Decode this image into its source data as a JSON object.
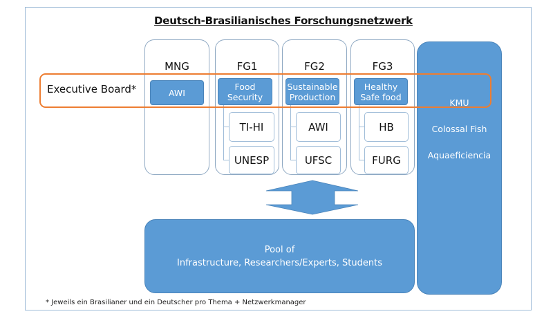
{
  "title": "Deutsch-Brasilianisches  Forschungsnetzwerk",
  "executive_board": {
    "label": "Executive Board*"
  },
  "columns": [
    {
      "label": "MNG",
      "theme": "AWI",
      "members": []
    },
    {
      "label": "FG1",
      "theme": "Food Security",
      "theme_lines": [
        "Food",
        "Security"
      ],
      "members": [
        "TI-HI",
        "UNESP"
      ]
    },
    {
      "label": "FG2",
      "theme": "Sustainable Production",
      "theme_lines": [
        "Sustainable",
        "Production"
      ],
      "members": [
        "AWI",
        "UFSC"
      ]
    },
    {
      "label": "FG3",
      "theme": "Healthy Safe food",
      "theme_lines": [
        "Healthy",
        "Safe food"
      ],
      "members": [
        "HB",
        "FURG"
      ]
    }
  ],
  "kmu": {
    "items": [
      "KMU",
      "Colossal Fish",
      "Aquaeficiencia"
    ]
  },
  "pool": {
    "line1": "Pool of",
    "line2": "Infrastructure, Researchers/Experts, Students"
  },
  "footnote": "* Jeweils ein Brasilianer und ein Deutscher pro Thema + Netzwerkmanager",
  "colors": {
    "accent_blue": "#5b9bd5",
    "highlight_orange": "#ed7d31",
    "frame_border": "#9fbcd8"
  }
}
